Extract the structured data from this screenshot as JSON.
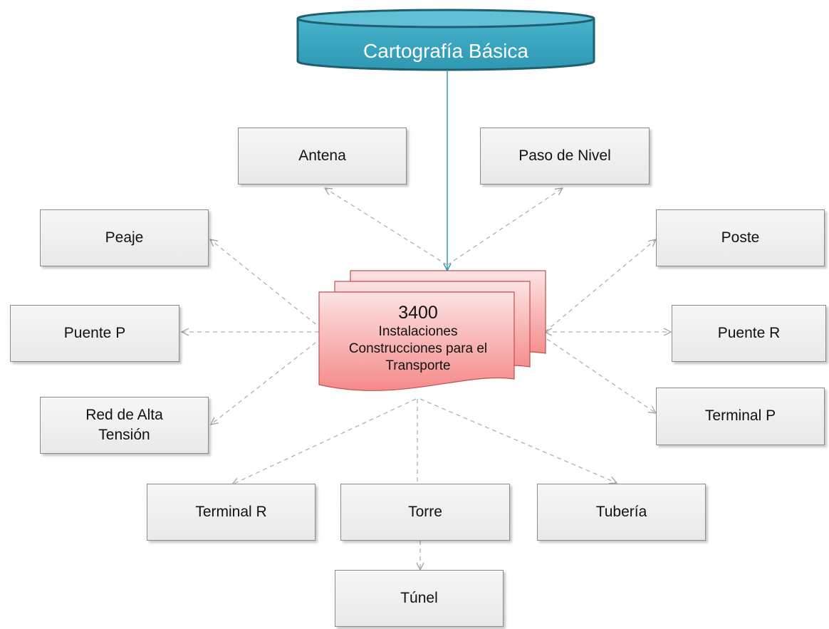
{
  "source": {
    "label": "Cartografía Básica",
    "color": "#3aaac4"
  },
  "center": {
    "code": "3400",
    "lines": [
      "Instalaciones",
      "Construcciones para el",
      "Transporte"
    ],
    "color": "#f58c8c"
  },
  "nodes": {
    "antena": "Antena",
    "paso_de_nivel": "Paso de Nivel",
    "peaje": "Peaje",
    "poste": "Poste",
    "puente_p": "Puente P",
    "puente_r": "Puente R",
    "red_alta_tension": [
      "Red de Alta",
      "Tensión"
    ],
    "terminal_p": "Terminal P",
    "terminal_r": "Terminal R",
    "torre": "Torre",
    "tuberia": "Tubería",
    "tunel": "Túnel"
  }
}
